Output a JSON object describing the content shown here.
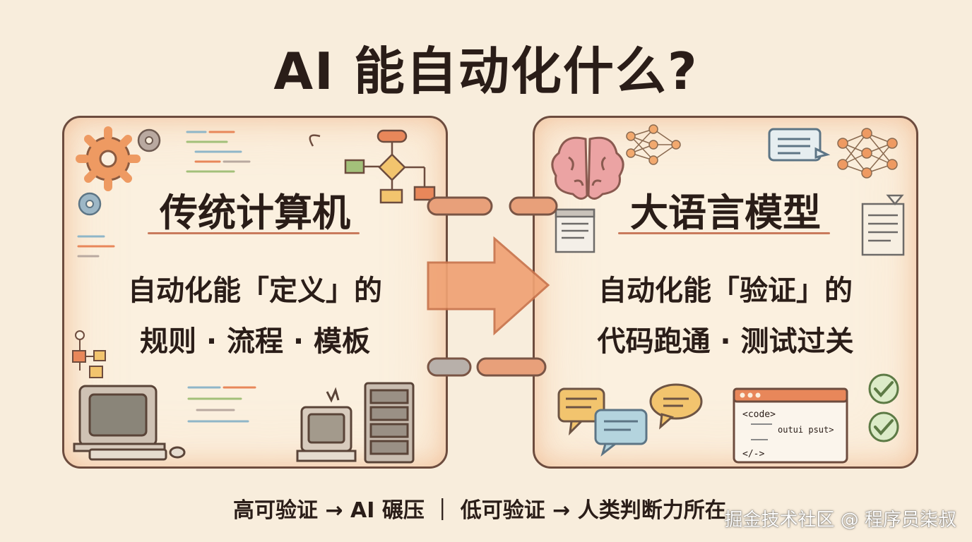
{
  "title": "AI 能自动化什么?",
  "left_panel": {
    "heading": "传统计算机",
    "line1": "自动化能「定义」的",
    "line2": "规则 · 流程 · 模板"
  },
  "right_panel": {
    "heading": "大语言模型",
    "line1": "自动化能「验证」的",
    "line2": "代码跑通 · 测试过关",
    "code_window": {
      "line1": "<code>",
      "line2": "outui psut>",
      "line3": "</->"
    }
  },
  "footer": "高可验证 → AI 碾压 ｜ 低可验证 → 人类判断力所在",
  "watermark": "掘金技术社区 @ 程序员柒叔",
  "colors": {
    "background": "#f8eddc",
    "border": "#6d4c3e",
    "accent_orange": "#e8875a",
    "accent_blue": "#8fb6c8",
    "check_green": "#7fa860"
  },
  "icons": [
    "gear-icon",
    "flowchart-icon",
    "retro-computer-icon",
    "server-rack-icon",
    "brain-icon",
    "neural-network-icon",
    "chat-bubble-icon",
    "document-icon",
    "code-window-icon",
    "check-icon",
    "arrow-right-icon",
    "chain-link-icon"
  ]
}
